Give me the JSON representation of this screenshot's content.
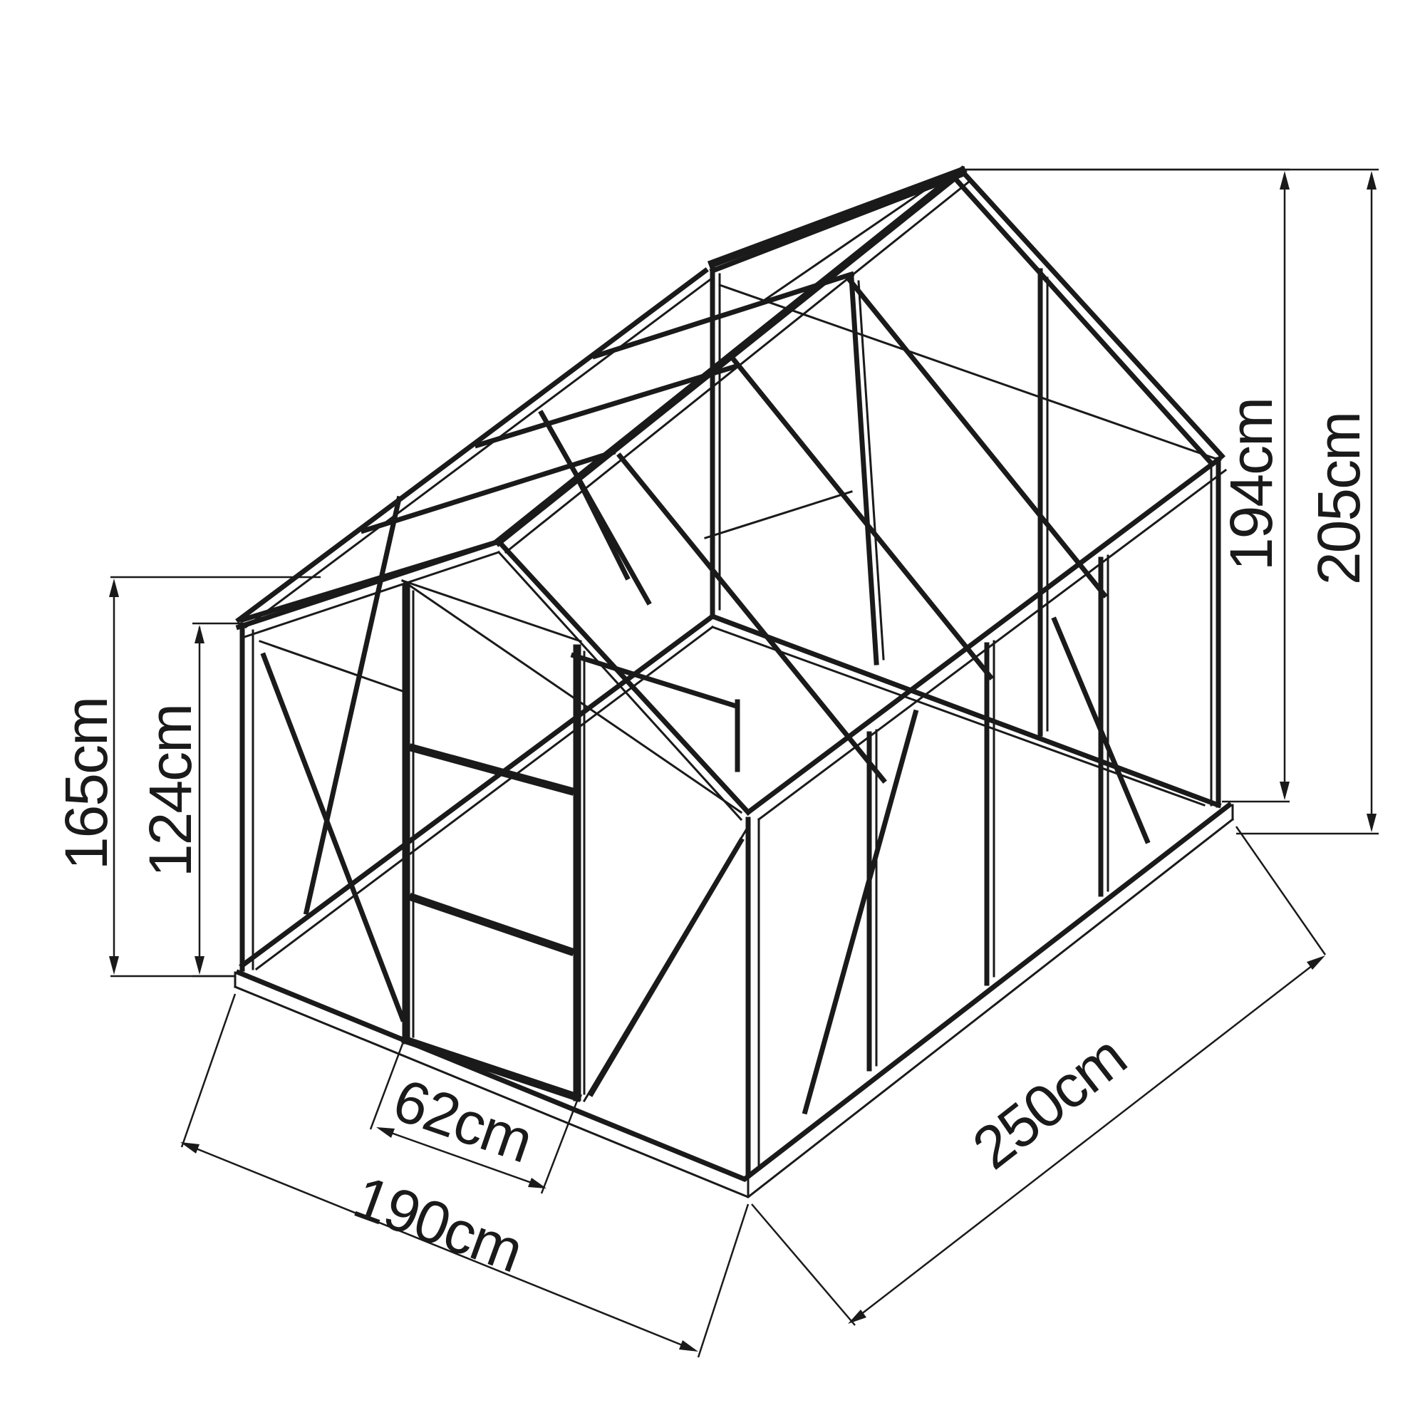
{
  "dimensions": {
    "eave_height": "165cm",
    "side_wall_height": "124cm",
    "ridge_height_inner": "194cm",
    "ridge_height_total": "205cm",
    "door_width": "62cm",
    "width": "190cm",
    "length": "250cm"
  }
}
